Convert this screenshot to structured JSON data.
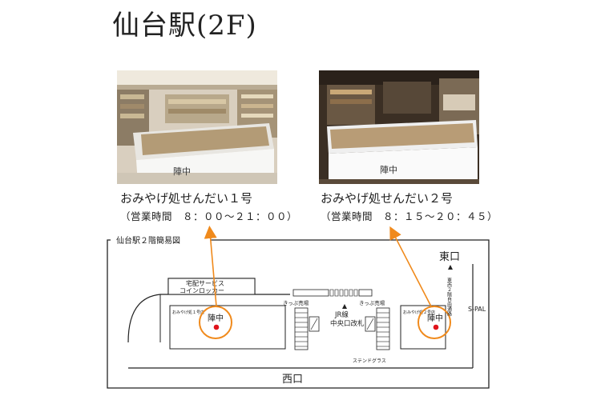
{
  "title": "仙台駅(2F)",
  "shops": [
    {
      "name": "おみやげ処せんだい１号",
      "hours": "（営業時間　８：００〜２１：００）",
      "sign": "陣中"
    },
    {
      "name": "おみやげ処せんだい２号",
      "hours": "（営業時間　８：１５〜２０：４５）",
      "sign": "陣中"
    }
  ],
  "map": {
    "title": "仙台駅２階簡易図",
    "east_exit": "東口",
    "west_exit": "西口",
    "east_passage": "東西２階自由通路",
    "spal": "S-PAL",
    "delivery_service": "宅配サービス",
    "coin_locker": "コインロッカー",
    "ticket_office_left": "きっぷ売場",
    "ticket_office_right": "きっぷ売場",
    "jr_line": "JR線",
    "central_gate": "中央口改札",
    "stained_glass": "ステンドグラス",
    "shop1_label": "おみやげ処１号店",
    "shop2_label": "おみやげ処２号店",
    "shop1_marker": "陣中",
    "shop2_marker": "陣中"
  },
  "colors": {
    "marker": "#f08a1c",
    "dot": "#e0141c",
    "line": "#222222"
  }
}
